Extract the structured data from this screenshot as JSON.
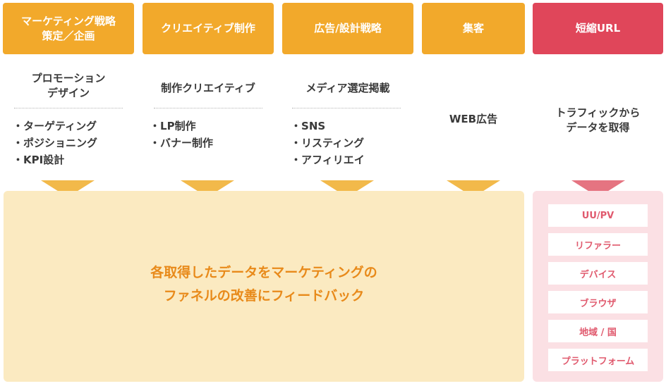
{
  "columns": [
    {
      "header": "マーケティング戦略\n策定／企画",
      "header_color": "#f2a92b",
      "subtitle": "プロモーション\nデザイン",
      "items": [
        "ターゲティング",
        "ポジショニング",
        "KPI設計"
      ]
    },
    {
      "header": "クリエイティブ制作",
      "header_color": "#f2a92b",
      "subtitle": "制作クリエイティブ",
      "items": [
        "LP制作",
        "バナー制作"
      ]
    },
    {
      "header": "広告/設計戦略",
      "header_color": "#f2a92b",
      "subtitle": "メディア選定掲載",
      "items": [
        "SNS",
        "リスティング",
        "アフィリエイ"
      ]
    },
    {
      "header": "集客",
      "header_color": "#f2a92b",
      "subtitle": "WEB広告",
      "items": []
    },
    {
      "header": "短縮URL",
      "header_color": "#e0465a",
      "subtitle": "トラフィックから\nデータを取得",
      "items": []
    }
  ],
  "feedback": {
    "text": "各取得したデータをマーケティングの\nファネルの改善にフィードバック"
  },
  "metrics": [
    "UU/PV",
    "リファラー",
    "デバイス",
    "ブラウザ",
    "地域 / 国",
    "プラットフォーム"
  ],
  "colors": {
    "orange": "#f2a92b",
    "red": "#e0465a",
    "feedback_bg": "#fbeac1",
    "feedback_text": "#e88a1a",
    "metrics_bg": "#fbe0e4",
    "metric_text": "#e05a6e"
  }
}
